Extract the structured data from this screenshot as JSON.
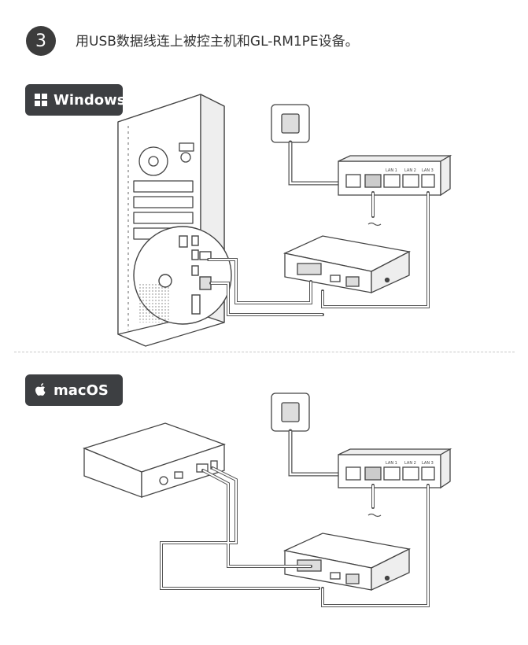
{
  "step": {
    "number": "3",
    "instruction": "用USB数据线连上被控主机和GL-RM1PE设备。"
  },
  "sections": {
    "windows": {
      "label": "Windows",
      "icon": "windows-logo-icon"
    },
    "macos": {
      "label": "macOS",
      "icon": "apple-logo-icon"
    }
  },
  "router_ports": [
    "LAN 1",
    "LAN 2",
    "LAN 3"
  ],
  "colors": {
    "badge_bg": "#3d3f42",
    "line": "#555555",
    "device_fill": "#ffffff"
  }
}
